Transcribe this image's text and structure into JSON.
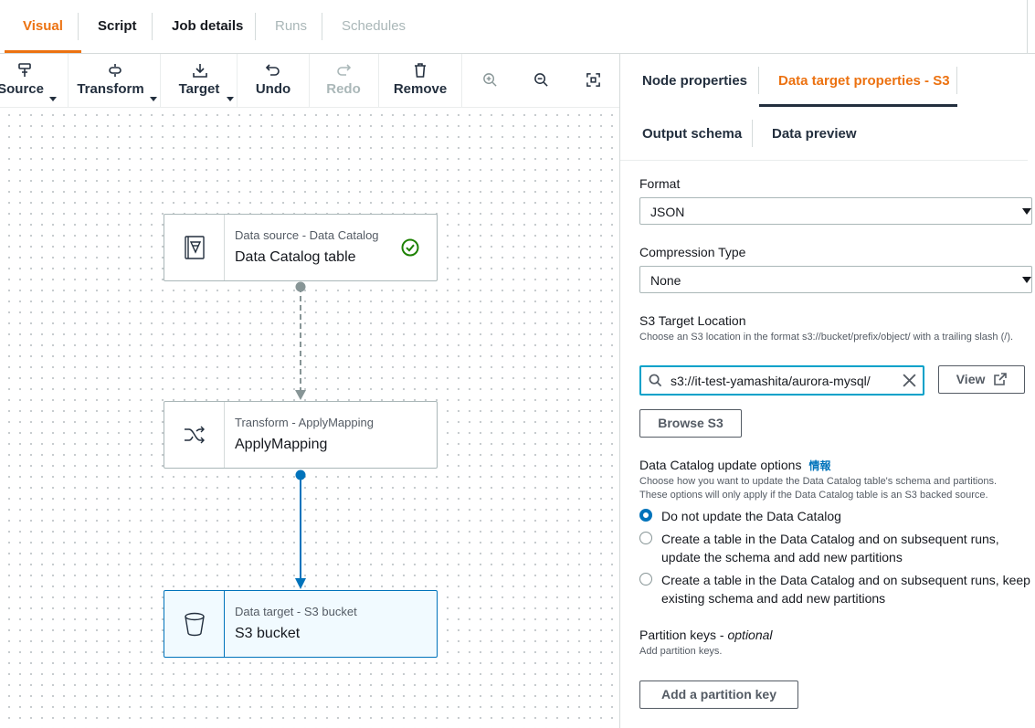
{
  "top_tabs": [
    {
      "label": "Visual",
      "state": "active"
    },
    {
      "label": "Script",
      "state": "normal"
    },
    {
      "label": "Job details",
      "state": "normal"
    },
    {
      "label": "Runs",
      "state": "disabled"
    },
    {
      "label": "Schedules",
      "state": "disabled"
    }
  ],
  "toolbar": {
    "source": "Source",
    "transform": "Transform",
    "target": "Target",
    "undo": "Undo",
    "redo": "Redo",
    "remove": "Remove"
  },
  "nodes": [
    {
      "subtitle": "Data source - Data Catalog",
      "title": "Data Catalog table"
    },
    {
      "subtitle": "Transform - ApplyMapping",
      "title": "ApplyMapping"
    },
    {
      "subtitle": "Data target - S3 bucket",
      "title": "S3 bucket"
    }
  ],
  "panel": {
    "tabs": {
      "node_properties": "Node properties",
      "data_target_properties": "Data target properties - S3",
      "output_schema": "Output schema",
      "data_preview": "Data preview"
    },
    "format": {
      "label": "Format",
      "value": "JSON"
    },
    "compression": {
      "label": "Compression Type",
      "value": "None"
    },
    "s3_location": {
      "label": "S3 Target Location",
      "description": "Choose an S3 location in the format s3://bucket/prefix/object/ with a trailing slash (/).",
      "value": "s3://it-test-yamashita/aurora-mysql/",
      "view_button": "View",
      "browse_button": "Browse S3"
    },
    "catalog_update": {
      "label": "Data Catalog update options",
      "info": "情報",
      "description_1": "Choose how you want to update the Data Catalog table's schema and partitions.",
      "description_2": "These options will only apply if the Data Catalog table is an S3 backed source.",
      "options": [
        {
          "line1": "Do not update the Data Catalog",
          "line2": "",
          "selected": true
        },
        {
          "line1": "Create a table in the Data Catalog and on subsequent runs,",
          "line2": "update the schema and add new partitions",
          "selected": false
        },
        {
          "line1": "Create a table in the Data Catalog and on subsequent runs, keep",
          "line2": "existing schema and add new partitions",
          "selected": false
        }
      ]
    },
    "partition_keys": {
      "label": "Partition keys - ",
      "optional": "optional",
      "description": "Add partition keys.",
      "add_button": "Add a partition key"
    }
  },
  "colors": {
    "accent": "#ec7211",
    "link": "#0073bb",
    "success": "#1d8102"
  }
}
